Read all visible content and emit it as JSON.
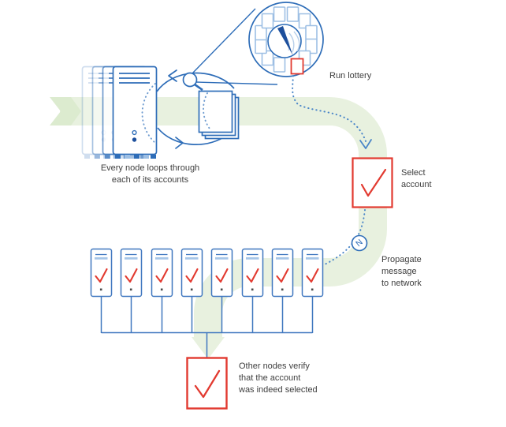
{
  "labels": {
    "every_node": "Every node loops through\neach of its accounts",
    "run_lottery": "Run lottery",
    "select_account": "Select\naccount",
    "propagate": "Propagate\nmessage\nto network",
    "verify": "Other nodes verify\nthat the account\nwas indeed selected"
  },
  "icons": {
    "network_icon_letter": "N"
  },
  "lottery": {
    "slot_count": 12,
    "selected_slot_index": 7
  },
  "network": {
    "node_count": 8
  },
  "colors": {
    "primary_blue": "#2e6db8",
    "mid_blue": "#3f77bf",
    "light_blue": "#9dbfe4",
    "dotted_blue": "#4a86c8",
    "navy": "#1d4f9c",
    "red": "#e23a30",
    "flow_green": "#e8f1df",
    "flow_green_dark": "#dcebcf",
    "text": "#3e3e3e"
  }
}
